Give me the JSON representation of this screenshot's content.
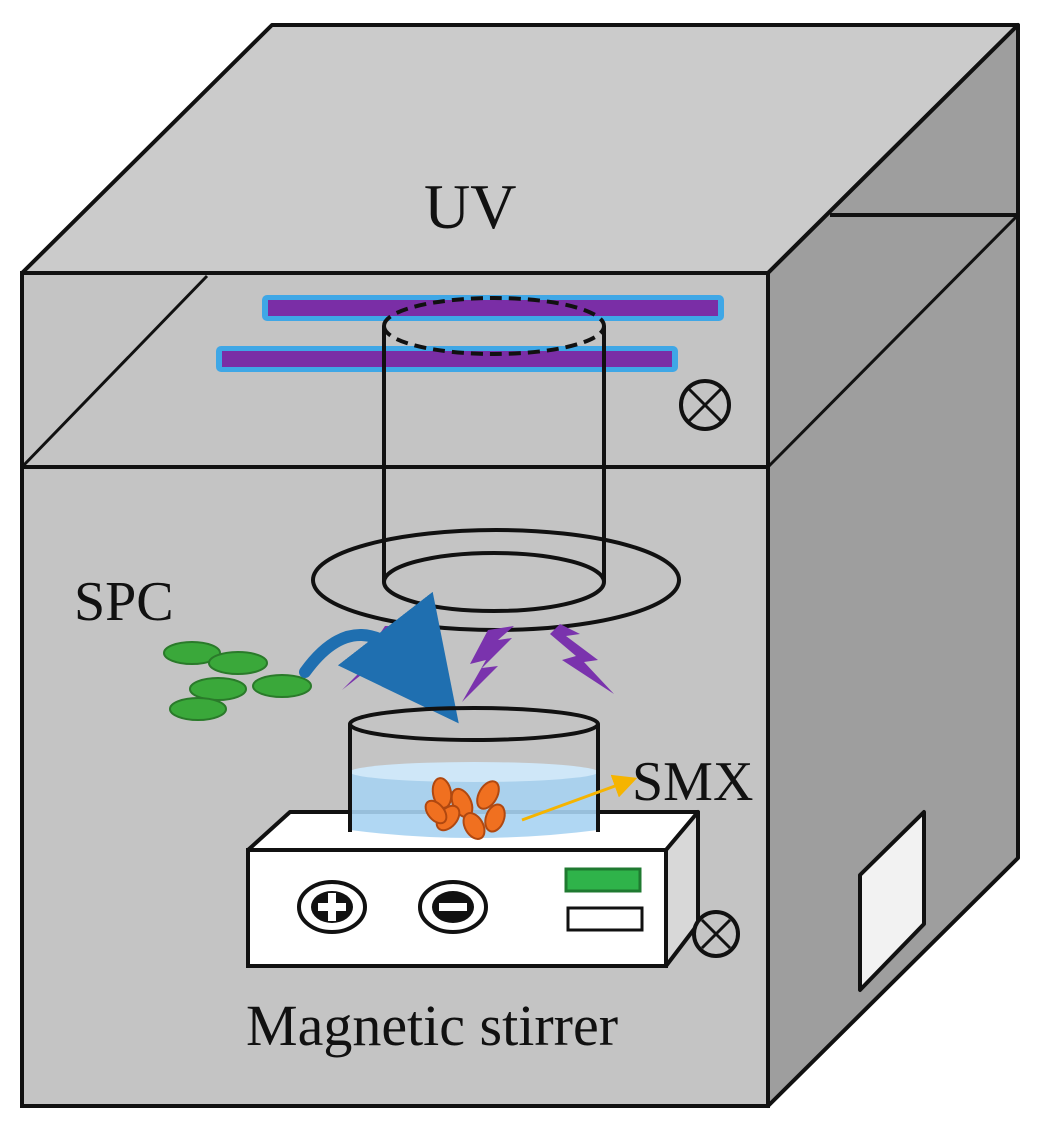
{
  "labels": {
    "uv": "UV",
    "spc": "SPC",
    "smx": "SMX",
    "stirrer": "Magnetic stirrer"
  },
  "colors": {
    "box_front": "#c4c4c4",
    "box_top": "#cbcbcb",
    "box_side": "#9e9e9e",
    "uv_lamp": "#7a2ea6",
    "uv_lamp_glow": "#3fa7e6",
    "lightning": "#7a33ad",
    "spc_pellet": "#3aa83a",
    "smx_pellet": "#f07020",
    "water": "#a7d3f2",
    "arrow_blue": "#1f6fb0",
    "arrow_yellow": "#f5b400",
    "display_green": "#2fb34a"
  },
  "icons": {
    "power_knob": "circle-x-icon",
    "plus_button": "plus-icon",
    "minus_button": "minus-icon"
  }
}
